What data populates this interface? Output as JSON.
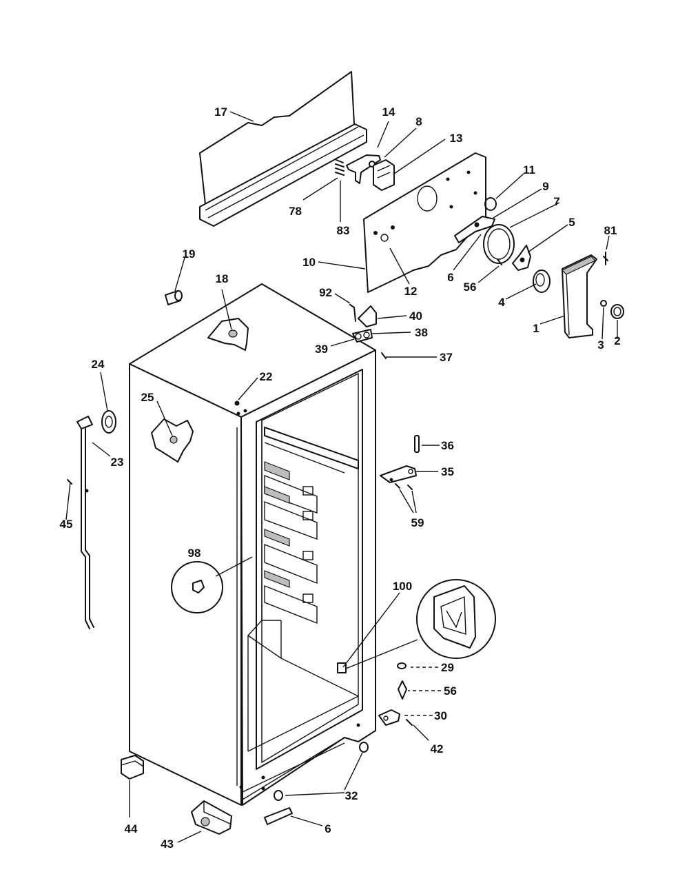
{
  "labels": {
    "l1": "1",
    "l2": "2",
    "l3": "3",
    "l4": "4",
    "l5": "5",
    "l6": "6",
    "l6b": "6",
    "l7": "7",
    "l8": "8",
    "l9": "9",
    "l10": "10",
    "l11": "11",
    "l12": "12",
    "l13": "13",
    "l14": "14",
    "l17": "17",
    "l18": "18",
    "l19": "19",
    "l22": "22",
    "l23": "23",
    "l24": "24",
    "l25": "25",
    "l29": "29",
    "l30": "30",
    "l32": "32",
    "l35": "35",
    "l36": "36",
    "l37": "37",
    "l38": "38",
    "l39": "39",
    "l40": "40",
    "l42": "42",
    "l43": "43",
    "l44": "44",
    "l45": "45",
    "l56": "56",
    "l56b": "56",
    "l59": "59",
    "l78": "78",
    "l81": "81",
    "l83": "83",
    "l92": "92",
    "l98": "98",
    "l100": "100"
  },
  "line_color": "#111111",
  "background": "#ffffff"
}
